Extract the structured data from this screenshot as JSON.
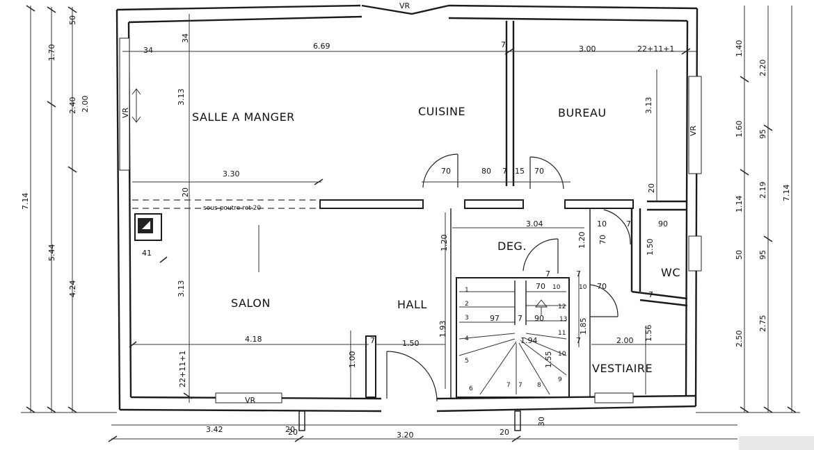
{
  "rooms": {
    "salle_a_manger": "SALLE A MANGER",
    "cuisine": "CUISINE",
    "bureau": "BUREAU",
    "salon": "SALON",
    "hall": "HALL",
    "deg": "DEG.",
    "wc": "WC",
    "vestiaire": "VESTIAIRE"
  },
  "labels": {
    "vr_top": "VR",
    "vr_left": "VR",
    "vr_right": "VR",
    "vr_bottom": "VR",
    "beam": "sous-poutre ret 20"
  },
  "dims": {
    "top": [
      "34",
      "6.69",
      "7",
      "3.00",
      "22+11+1",
      "34"
    ],
    "mid": [
      "3.30",
      "20",
      "70",
      "80",
      "7",
      "15",
      "70",
      "20"
    ],
    "hall": [
      "3.04",
      "10",
      "7",
      "90",
      "1.20",
      "1.20",
      "70",
      "1.50",
      "7"
    ],
    "stair": [
      "70",
      "10",
      "10",
      "70",
      "97",
      "7",
      "90",
      "1.94",
      "1.55",
      "1.85",
      "7",
      "1.93",
      "7",
      "7",
      "2.00",
      "1.56",
      "7"
    ],
    "salon": [
      "3.13",
      "3.13",
      "3.13",
      "41",
      "20",
      "4.18",
      "1.50",
      "1.00",
      "22+11+1"
    ],
    "bottom": [
      "3.42",
      "20",
      "3.20",
      "20",
      "30"
    ],
    "left_outer": [
      "50",
      "1.70",
      "2.40",
      "2.00",
      "5.44",
      "4.24",
      "7.14"
    ],
    "right_outer": [
      "1.40",
      "2.20",
      "1.60",
      "95",
      "1.14",
      "2.19",
      "7.14",
      "50",
      "95",
      "2.50",
      "2.75"
    ]
  },
  "stair_steps": [
    "1",
    "2",
    "3",
    "4",
    "5",
    "6",
    "7",
    "7",
    "8",
    "9",
    "10",
    "11",
    "12",
    "13"
  ]
}
